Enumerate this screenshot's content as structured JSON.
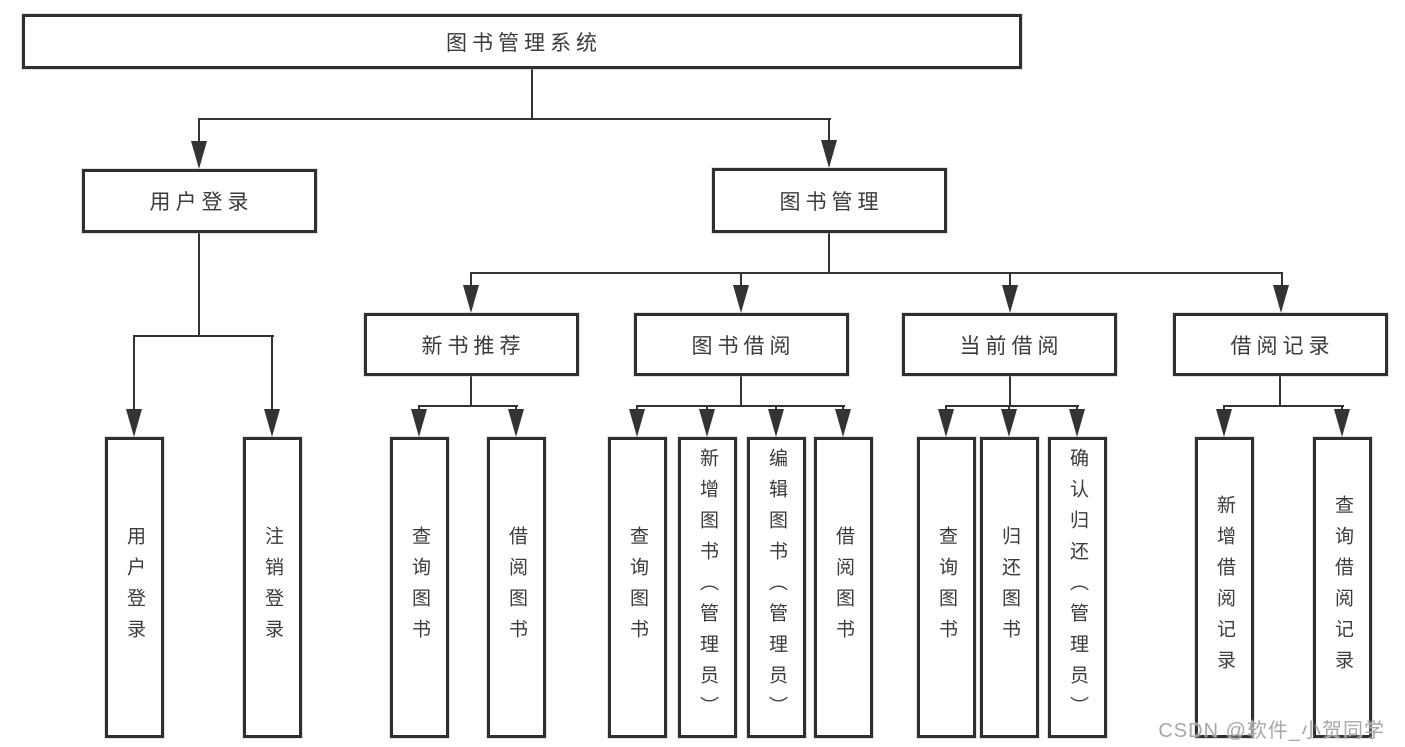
{
  "diagram": {
    "root": {
      "label": "图书管理系统"
    },
    "level2": [
      {
        "label": "用户登录"
      },
      {
        "label": "图书管理"
      }
    ],
    "level3": [
      {
        "label": "新书推荐"
      },
      {
        "label": "图书借阅"
      },
      {
        "label": "当前借阅"
      },
      {
        "label": "借阅记录"
      }
    ],
    "leaves": [
      {
        "label": "用户登录"
      },
      {
        "label": "注销登录"
      },
      {
        "label": "查询图书"
      },
      {
        "label": "借阅图书"
      },
      {
        "label": "查询图书"
      },
      {
        "label": "新增图书（管理员）"
      },
      {
        "label": "编辑图书（管理员）"
      },
      {
        "label": "借阅图书"
      },
      {
        "label": "查询图书"
      },
      {
        "label": "归还图书"
      },
      {
        "label": "确认归还（管理员）"
      },
      {
        "label": "新增借阅记录"
      },
      {
        "label": "查询借阅记录"
      }
    ],
    "colors": {
      "line": "#333333",
      "box_border": "#2f2f2f",
      "box_fill": "#ffffff",
      "label_text": "#3a3a40",
      "watermark_text": "#a8a8a8"
    }
  },
  "watermark": {
    "text": "CSDN @软件_小贺同学"
  }
}
